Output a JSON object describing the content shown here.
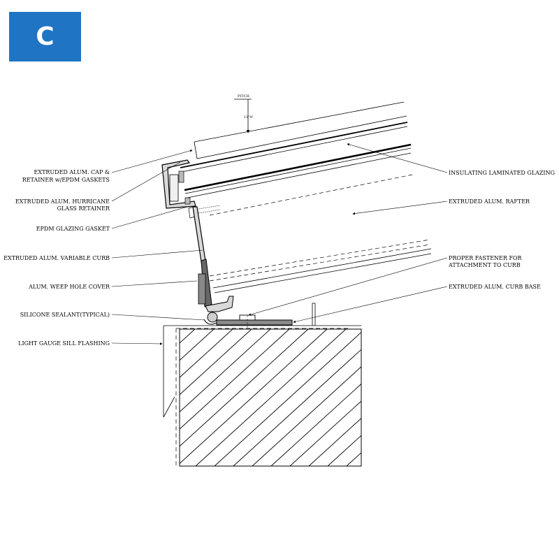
{
  "badge": {
    "letter": "C",
    "color": "#1f74c4"
  },
  "pitch": {
    "label": "PITCH",
    "value": "11°8'"
  },
  "callouts": {
    "cap_retainer": [
      "EXTRUDED ALUM. CAP &",
      "RETAINER w/EPDM GASKETS"
    ],
    "hurricane_retainer": [
      "EXTRUDED ALUM. HURRICANE",
      "GLASS RETAINER"
    ],
    "epdm_gasket": [
      "EPDM GLAZING GASKET"
    ],
    "variable_curb": [
      "EXTRUDED ALUM. VARIABLE CURB"
    ],
    "weep_hole_cover": [
      "ALUM. WEEP HOLE COVER"
    ],
    "silicone_sealant": [
      "SILICONE SEALANT(TYPICAL)"
    ],
    "sill_flashing": [
      "LIGHT GAUGE SILL FLASHING"
    ],
    "insulating_glazing": [
      "INSULATING LAMINATED GLAZING"
    ],
    "rafter": [
      "EXTRUDED ALUM. RAFTER"
    ],
    "fastener": [
      "PROPER FASTENER FOR",
      "ATTACHMENT TO CURB"
    ],
    "curb_base": [
      "EXTRUDED ALUM. CURB BASE"
    ]
  }
}
